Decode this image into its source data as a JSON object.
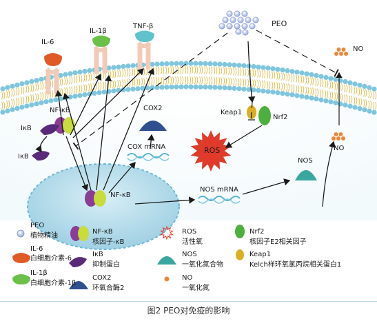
{
  "labels": {
    "il6": "IL-6",
    "il1b": "IL-1β",
    "tnfb": "TNF-β",
    "peo": "PEO",
    "no_top": "NO",
    "no_bottom": "NO",
    "nfkb_top": "NF-κB",
    "ikb_left": "IκB",
    "ikb_small": "IκB",
    "cox2": "COX2",
    "cox_mrna": "COX mRNA",
    "keap1": "Keap1",
    "nrf2": "Nrf2",
    "ros": "ROS",
    "nos": "NOS",
    "nos_mrna": "NOS mRNA",
    "nfkb_nucleus": "NF-κB"
  },
  "legend": [
    {
      "key": "peo",
      "name": "PEO",
      "desc": "植物精油"
    },
    {
      "key": "il6",
      "name": "IL-6",
      "desc": "白细胞介素-6"
    },
    {
      "key": "il1b",
      "name": "IL-1β",
      "desc": "白细胞介素-1β"
    },
    {
      "key": "nfkb",
      "name": "NF-κB",
      "desc": "核因子-κB"
    },
    {
      "key": "ikb",
      "name": "IκB",
      "desc": "抑制蛋白"
    },
    {
      "key": "cox2",
      "name": "COX2",
      "desc": "环氧合酶2"
    },
    {
      "key": "ros",
      "name": "ROS",
      "desc": "活性氧"
    },
    {
      "key": "nos",
      "name": "NOS",
      "desc": "一氧化氮合物"
    },
    {
      "key": "no",
      "name": "NO",
      "desc": "一氧化氮"
    },
    {
      "key": "nrf2",
      "name": "Nrf2",
      "desc": "核因子E2相关因子"
    },
    {
      "key": "keap1",
      "name": "Keap1",
      "desc": "Kelch样环氧氯丙烷相关蛋白1"
    }
  ],
  "caption": "图2   PEO对免疫的影响",
  "colors": {
    "membrane": "#7fc6dd",
    "membrane_tail": "#e6c25a",
    "il6": "#e05a28",
    "il1b": "#6cc04a",
    "tnfb": "#62c2cc",
    "receptor": "#f2cbb8",
    "nfkb_purple": "#8a3c96",
    "nfkb_green": "#c8dc3c",
    "ikb": "#5a2a7a",
    "cox2": "#2f4f8f",
    "nos": "#3aa6a0",
    "ros": "#e03a2a",
    "keap1": "#d9b020",
    "nrf2": "#4caf3e",
    "no": "#e8883a",
    "peo": "#a9b6e0",
    "nucleus": "#bfe1ee"
  }
}
